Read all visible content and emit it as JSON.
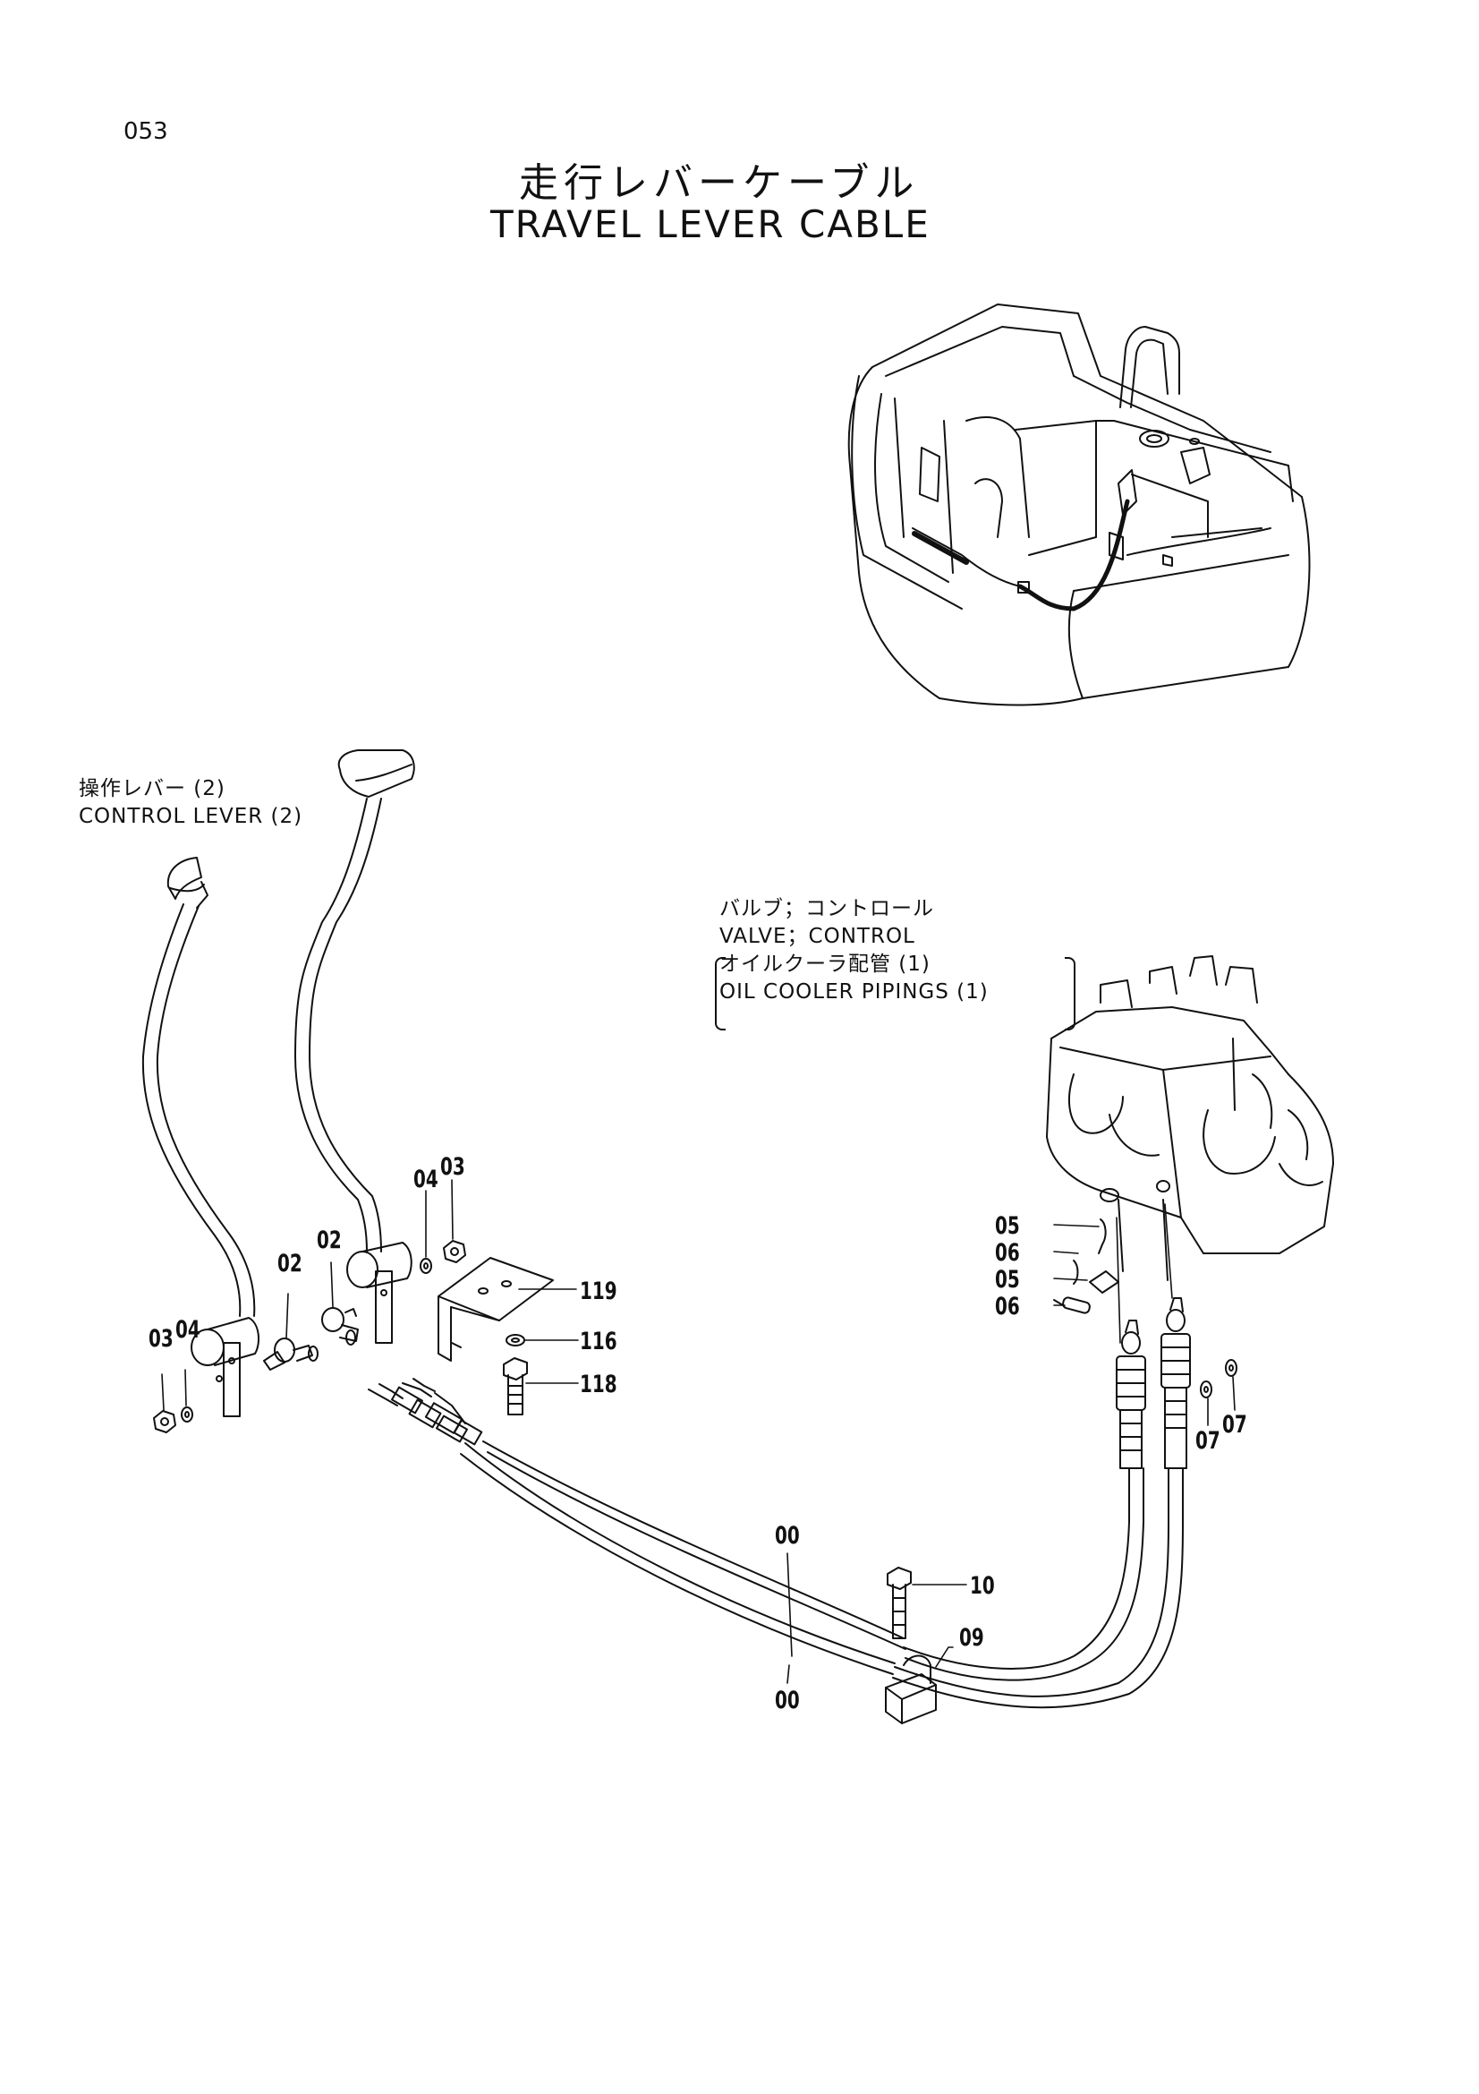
{
  "page_number": "053",
  "title_jp": "走行レバーケーブル",
  "title_en": "TRAVEL LEVER CABLE",
  "labels": {
    "control_lever": [
      "操作レバー (2)",
      "CONTROL  LEVER (2)"
    ],
    "valve_control": [
      "バルブ；コントロール",
      "VALVE；CONTROL",
      "オイルクーラ配管 (1)",
      "OIL  COOLER  PIPINGS (1)"
    ]
  },
  "callouts": {
    "c03_left": "03",
    "c04_left": "04",
    "c02_left": "02",
    "c02_mid": "02",
    "c04_top": "04",
    "c03_top": "03",
    "c119": "119",
    "c116": "116",
    "c118": "118",
    "c05_a": "05",
    "c06_a": "06",
    "c05_b": "05",
    "c06_b": "06",
    "c07_a": "07",
    "c07_b": "07",
    "c00_a": "00",
    "c00_b": "00",
    "c10": "10",
    "c09": "09"
  }
}
